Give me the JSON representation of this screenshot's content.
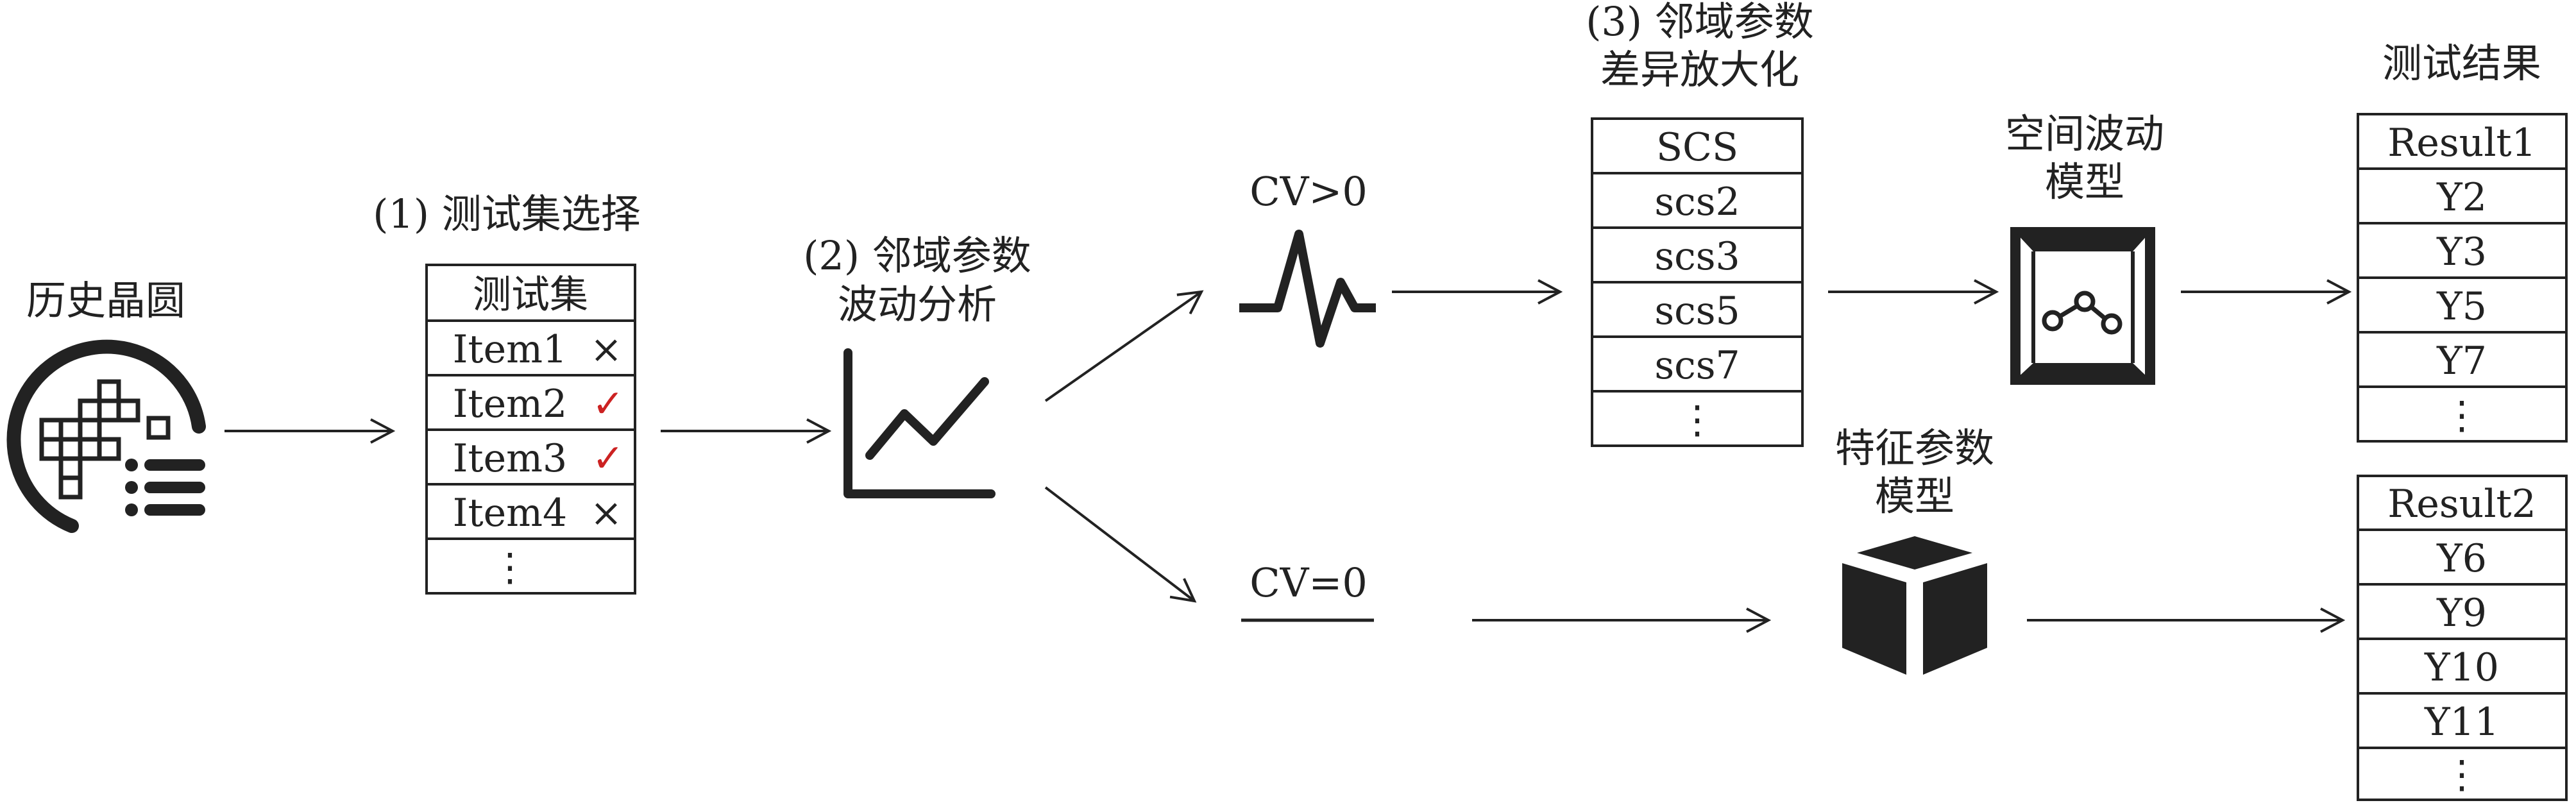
{
  "colors": {
    "ink": "#222222",
    "check": "#cc2222",
    "background": "#ffffff"
  },
  "wafer": {
    "label": "历史晶圆",
    "icon": "wafer-icon"
  },
  "step1": {
    "label": "(1) 测试集选择",
    "table": {
      "header": "测试集",
      "rows": [
        {
          "name": "Item1",
          "mark": "×"
        },
        {
          "name": "Item2",
          "mark": "✓"
        },
        {
          "name": "Item3",
          "mark": "✓"
        },
        {
          "name": "Item4",
          "mark": "×"
        }
      ],
      "more": "⋮"
    }
  },
  "step2": {
    "label_line1": "(2) 邻域参数",
    "label_line2": "波动分析",
    "icon": "line-chart-icon"
  },
  "branch_upper": {
    "label": "CV>0",
    "icon": "pulse-icon"
  },
  "branch_lower": {
    "label": "CV=0"
  },
  "step3": {
    "label_line1": "(3) 邻域参数",
    "label_line2": "差异放大化",
    "table": {
      "rows": [
        "SCS",
        "scs2",
        "scs3",
        "scs5",
        "scs7"
      ],
      "more": "⋮"
    }
  },
  "model_spatial": {
    "label_line1": "空间波动",
    "label_line2": "模型",
    "icon": "spatial-model-box-icon"
  },
  "model_feature": {
    "label_line1": "特征参数",
    "label_line2": "模型",
    "icon": "cube-icon"
  },
  "results": {
    "title": "测试结果",
    "result1": {
      "rows": [
        "Result1",
        "Y2",
        "Y3",
        "Y5",
        "Y7"
      ],
      "more": "⋮"
    },
    "result2": {
      "rows": [
        "Result2",
        "Y6",
        "Y9",
        "Y10",
        "Y11"
      ],
      "more": "⋮"
    }
  }
}
